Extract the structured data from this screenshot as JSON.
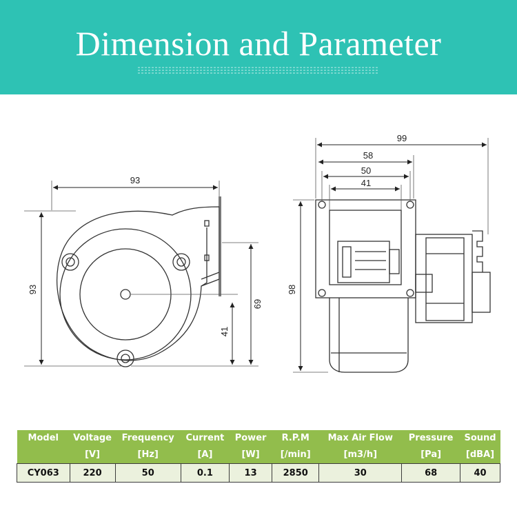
{
  "title": "Dimension and Parameter",
  "dimensions": {
    "side_width": "93",
    "side_height": "93",
    "outlet_height": "69",
    "center_height": "41",
    "front_total_width": "99",
    "front_width_58": "58",
    "front_width_50": "50",
    "front_width_41": "41",
    "front_height": "98"
  },
  "table": {
    "headers": [
      "Model",
      "Voltage",
      "Frequency",
      "Current",
      "Power",
      "R.P.M",
      "Max Air Flow",
      "Pressure",
      "Sound"
    ],
    "units": [
      "",
      "[V]",
      "[Hz]",
      "[A]",
      "[W]",
      "[/min]",
      "[m3/h]",
      "[Pa]",
      "[dBA]"
    ],
    "rows": [
      [
        "CY063",
        "220",
        "50",
        "0.1",
        "13",
        "2850",
        "30",
        "68",
        "40"
      ]
    ]
  },
  "colors": {
    "banner": "#2ec2b4",
    "table_header": "#92bd4c",
    "table_row": "#ebf1dd"
  }
}
